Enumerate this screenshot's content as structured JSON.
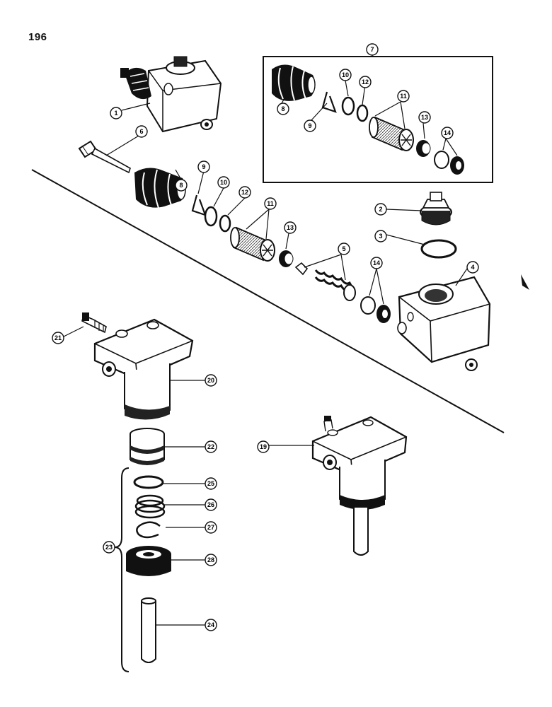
{
  "page_number": "196",
  "callouts": [
    {
      "id": "c1",
      "label": "1"
    },
    {
      "id": "c2",
      "label": "2"
    },
    {
      "id": "c3",
      "label": "3"
    },
    {
      "id": "c4",
      "label": "4"
    },
    {
      "id": "c5",
      "label": "5"
    },
    {
      "id": "c6",
      "label": "6"
    },
    {
      "id": "c7",
      "label": "7"
    },
    {
      "id": "c8a",
      "label": "8"
    },
    {
      "id": "c9a",
      "label": "9"
    },
    {
      "id": "c10a",
      "label": "10"
    },
    {
      "id": "c12a",
      "label": "12"
    },
    {
      "id": "c11a",
      "label": "11"
    },
    {
      "id": "c13a",
      "label": "13"
    },
    {
      "id": "c14a",
      "label": "14"
    },
    {
      "id": "c8b",
      "label": "8"
    },
    {
      "id": "c9b",
      "label": "9"
    },
    {
      "id": "c10b",
      "label": "10"
    },
    {
      "id": "c12b",
      "label": "12"
    },
    {
      "id": "c11b",
      "label": "11"
    },
    {
      "id": "c13b",
      "label": "13"
    },
    {
      "id": "c14b",
      "label": "14"
    },
    {
      "id": "c19",
      "label": "19"
    },
    {
      "id": "c20",
      "label": "20"
    },
    {
      "id": "c21",
      "label": "21"
    },
    {
      "id": "c22",
      "label": "22"
    },
    {
      "id": "c23",
      "label": "23"
    },
    {
      "id": "c24",
      "label": "24"
    },
    {
      "id": "c25",
      "label": "25"
    },
    {
      "id": "c26",
      "label": "26"
    },
    {
      "id": "c27",
      "label": "27"
    },
    {
      "id": "c28",
      "label": "28"
    }
  ]
}
